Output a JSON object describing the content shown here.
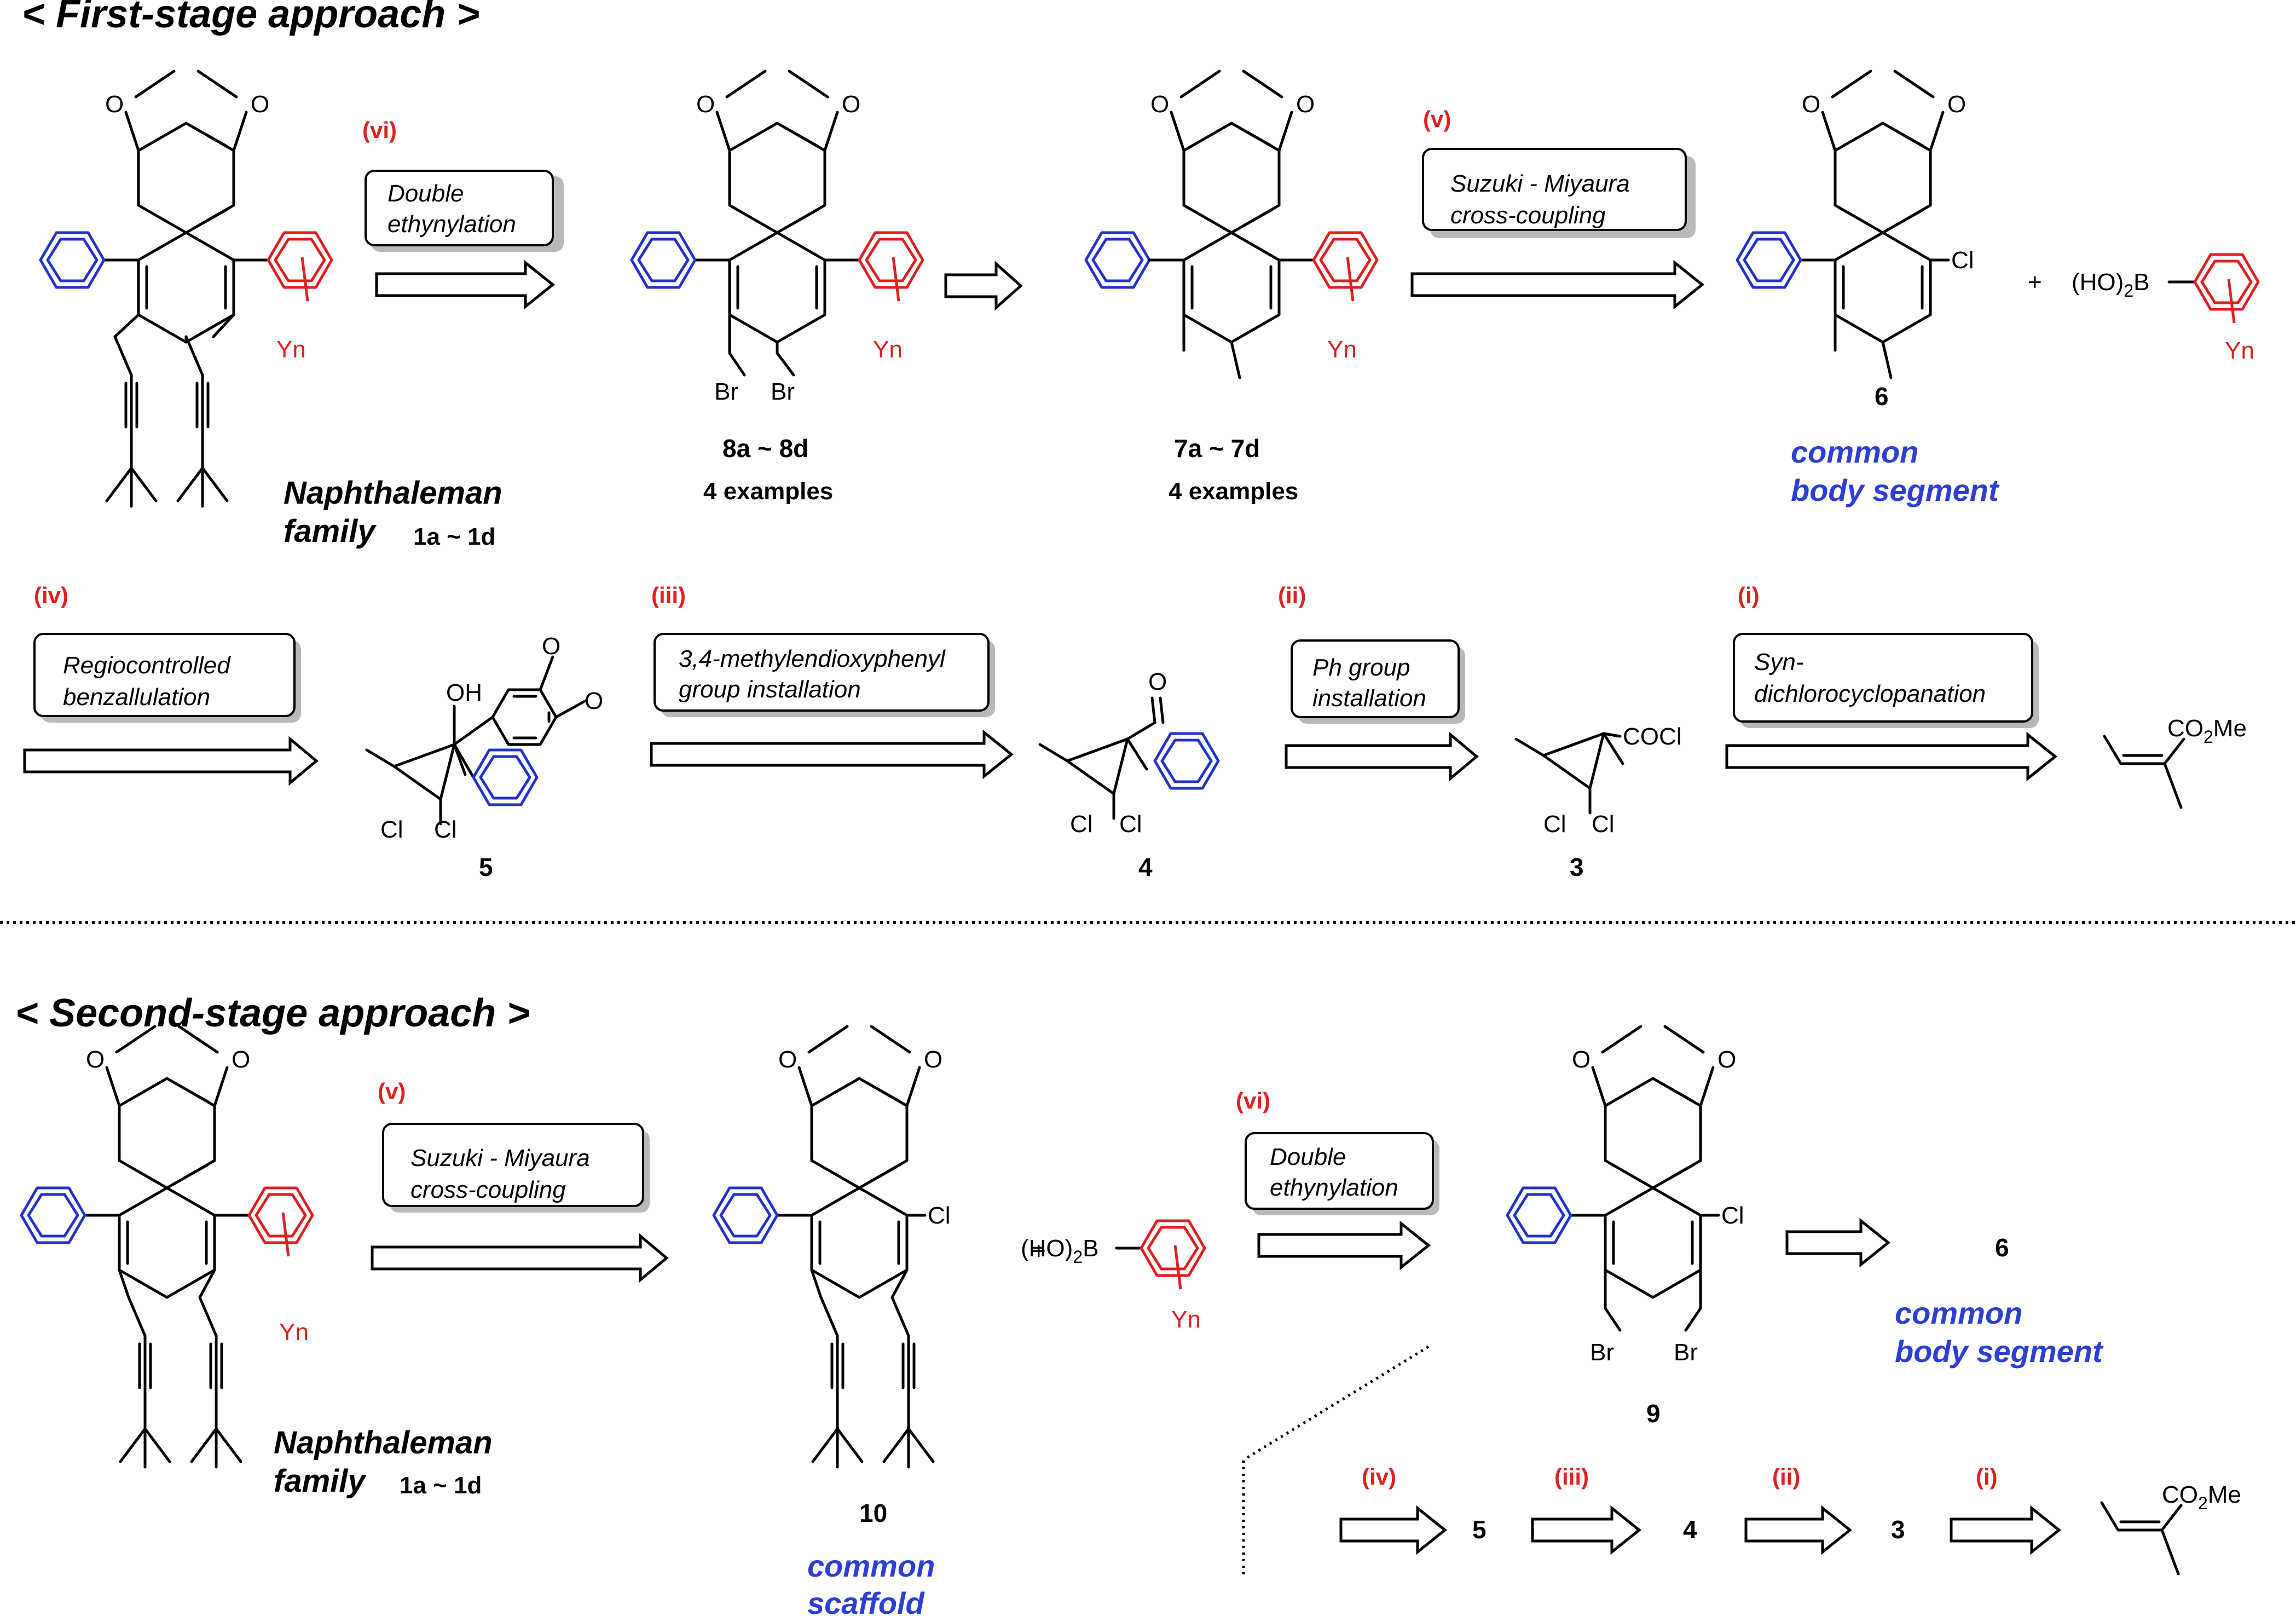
{
  "colors": {
    "blue": "#2233cc",
    "blue_text": "#2c3fd4",
    "red": "#e02020",
    "black": "#000000"
  },
  "headings": {
    "first": "< First-stage approach >",
    "second": "<  Second-stage approach >"
  },
  "first_stage": {
    "steps": {
      "vi": "(vi)",
      "v": "(v)",
      "iv": "(iv)",
      "iii": "(iii)",
      "ii": "(ii)",
      "i": "(i)"
    },
    "boxes": {
      "double_ethynylation": [
        "Double",
        "ethynylation"
      ],
      "suzuki": [
        "Suzuki - Miyaura",
        "cross-coupling"
      ],
      "regio": [
        "Regiocontrolled",
        "benzallulation"
      ],
      "methylenedioxy": [
        "3,4-methylendioxyphenyl",
        "group installation"
      ],
      "ph_group": [
        "Ph group",
        "installation"
      ],
      "syn": [
        "Syn-",
        "dichlorocyclopanation"
      ]
    },
    "compounds": {
      "naphthaleman": {
        "family_1": "Naphthaleman",
        "family_2": "family",
        "ids": "1a ~ 1d"
      },
      "c8": {
        "id": "8a ~ 8d",
        "sub": "4 examples"
      },
      "c7": {
        "id": "7a ~ 7d",
        "sub": "4 examples"
      },
      "c6": {
        "id": "6",
        "label_1": "common",
        "label_2": "body segment"
      },
      "c5": {
        "id": "5"
      },
      "c4": {
        "id": "4"
      },
      "c3": {
        "id": "3"
      }
    }
  },
  "second_stage": {
    "steps": {
      "v": "(v)",
      "vi": "(vi)",
      "iv": "(iv)",
      "iii": "(iii)",
      "ii": "(ii)",
      "i": "(i)"
    },
    "boxes": {
      "suzuki": [
        "Suzuki - Miyaura",
        "cross-coupling"
      ],
      "double_ethynylation": [
        "Double",
        "ethynylation"
      ]
    },
    "compounds": {
      "naphthaleman": {
        "family_1": "Naphthaleman",
        "family_2": "family",
        "ids": "1a ~ 1d"
      },
      "c10": {
        "id": "10",
        "label_1": "common",
        "label_2": "scaffold"
      },
      "c9": {
        "id": "9"
      },
      "c6": {
        "id": "6",
        "label_1": "common",
        "label_2": "body segment"
      },
      "chain": [
        "5",
        "4",
        "3"
      ]
    }
  },
  "atoms": {
    "O": "O",
    "Cl": "Cl",
    "Br": "Br",
    "OH": "OH",
    "Yn": "Yn",
    "plus": "+",
    "boronic_a": "(HO)",
    "boronic_sub": "2",
    "boronic_b": "B",
    "COCl": "COCl",
    "CO2Me_a": "CO",
    "CO2Me_sub": "2",
    "CO2Me_b": "Me"
  }
}
